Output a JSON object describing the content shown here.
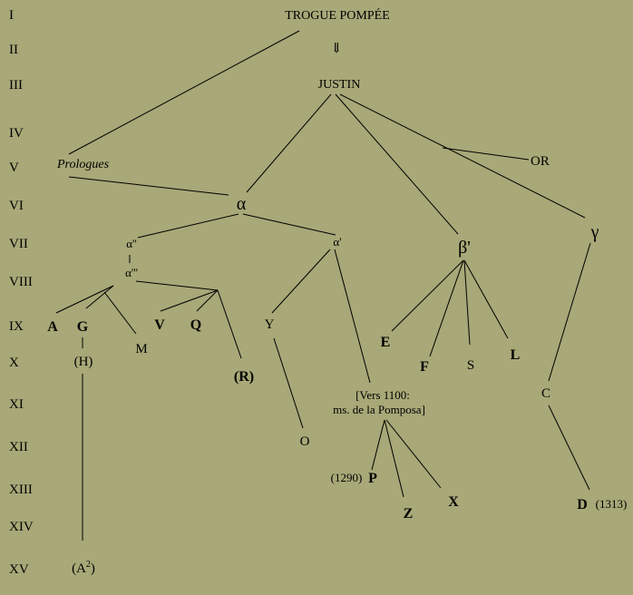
{
  "centuries": [
    "I",
    "II",
    "III",
    "IV",
    "V",
    "VI",
    "VII",
    "VIII",
    "IX",
    "X",
    "XI",
    "XII",
    "XIII",
    "XIV",
    "XV"
  ],
  "nodes": {
    "trogue": "TROGUE POMPÉE",
    "arrow": "⇓",
    "justin": "JUSTIN",
    "prologues": "Prologues",
    "alpha": "α",
    "alpha2": "α''",
    "alpha_prime": "α'",
    "alpha3": "α'''",
    "beta": "β'",
    "gamma": "γ",
    "or": "OR",
    "A": "A",
    "G": "G",
    "M": "M",
    "V": "V",
    "Q": "Q",
    "Y": "Y",
    "R": "R",
    "H": "(H)",
    "E": "E",
    "F": "F",
    "S": "S",
    "L": "L",
    "C": "C",
    "O": "O",
    "pomposa_line1": "[Vers 1100:",
    "pomposa_line2": "ms. de la Pomposa]",
    "P_date": "(1290)",
    "P": "P",
    "Z": "Z",
    "X": "X",
    "D": "D",
    "D_date": "(1313)",
    "A2_base": "A",
    "A2_sup": "2"
  }
}
